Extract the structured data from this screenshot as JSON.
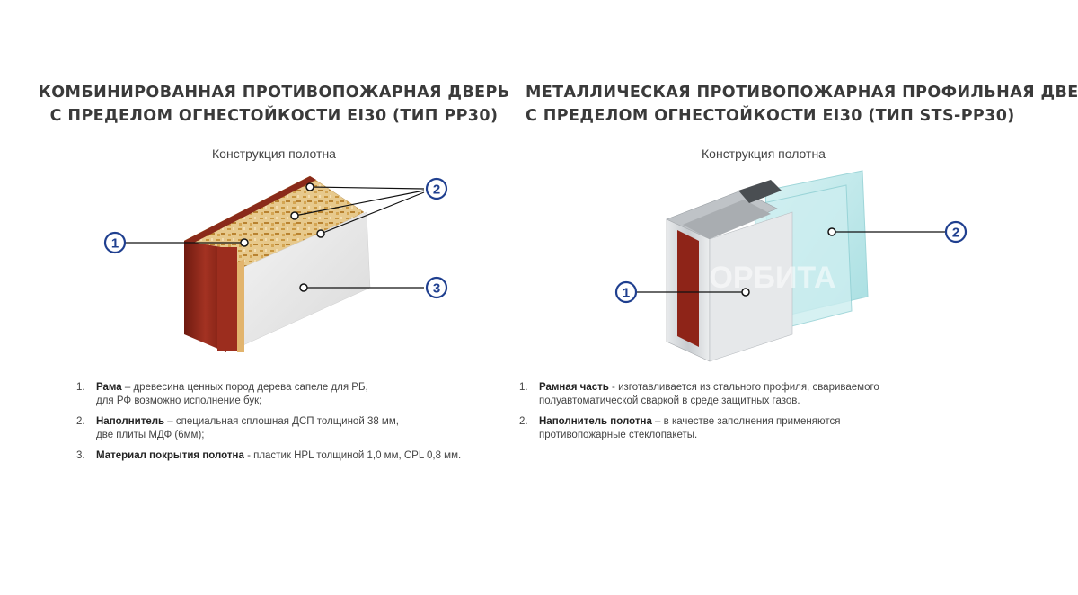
{
  "left": {
    "title_line1": "КОМБИНИРОВАННАЯ ПРОТИВОПОЖАРНАЯ ДВЕРЬ",
    "title_line2": "С ПРЕДЕЛОМ ОГНЕСТОЙКОСТИ EI30 (ТИП PP30)",
    "subtitle": "Конструкция полотна",
    "callouts": [
      "1",
      "2",
      "3"
    ],
    "items": [
      {
        "num": "1.",
        "term": "Рама",
        "desc_line1": " – древесина ценных пород дерева сапеле для РБ,",
        "desc_line2": "для РФ возможно исполнение бук;"
      },
      {
        "num": "2.",
        "term": "Наполнитель",
        "desc_line1": " – специальная сплошная ДСП толщиной 38 мм,",
        "desc_line2": "две плиты МДФ (6мм);"
      },
      {
        "num": "3.",
        "term": "Материал покрытия полотна",
        "desc_line1": " - пластик HPL толщиной 1,0 мм, CPL 0,8 мм.",
        "desc_line2": ""
      }
    ]
  },
  "right": {
    "title_line1": "МЕТАЛЛИЧЕСКАЯ ПРОТИВОПОЖАРНАЯ ПРОФИЛЬНАЯ ДВЕРЬ",
    "title_line2": "С ПРЕДЕЛОМ ОГНЕСТОЙКОСТИ EI30 (ТИП STS-PP30)",
    "subtitle": "Конструкция полотна",
    "callouts": [
      "1",
      "2"
    ],
    "watermark": "ОРБИТА",
    "items": [
      {
        "num": "1.",
        "term": "Рамная часть",
        "desc_line1": " - изготавливается из стального профиля, свариваемого",
        "desc_line2": "полуавтоматической сваркой в среде защитных газов."
      },
      {
        "num": "2.",
        "term": "Наполнитель полотна",
        "desc_line1": " – в качестве заполнения применяются",
        "desc_line2": "противопожарные стеклопакеты."
      }
    ]
  },
  "colors": {
    "callout_ring": "#1f3f8f",
    "wood": "#8e2418",
    "glass": "#bfe8ea"
  }
}
